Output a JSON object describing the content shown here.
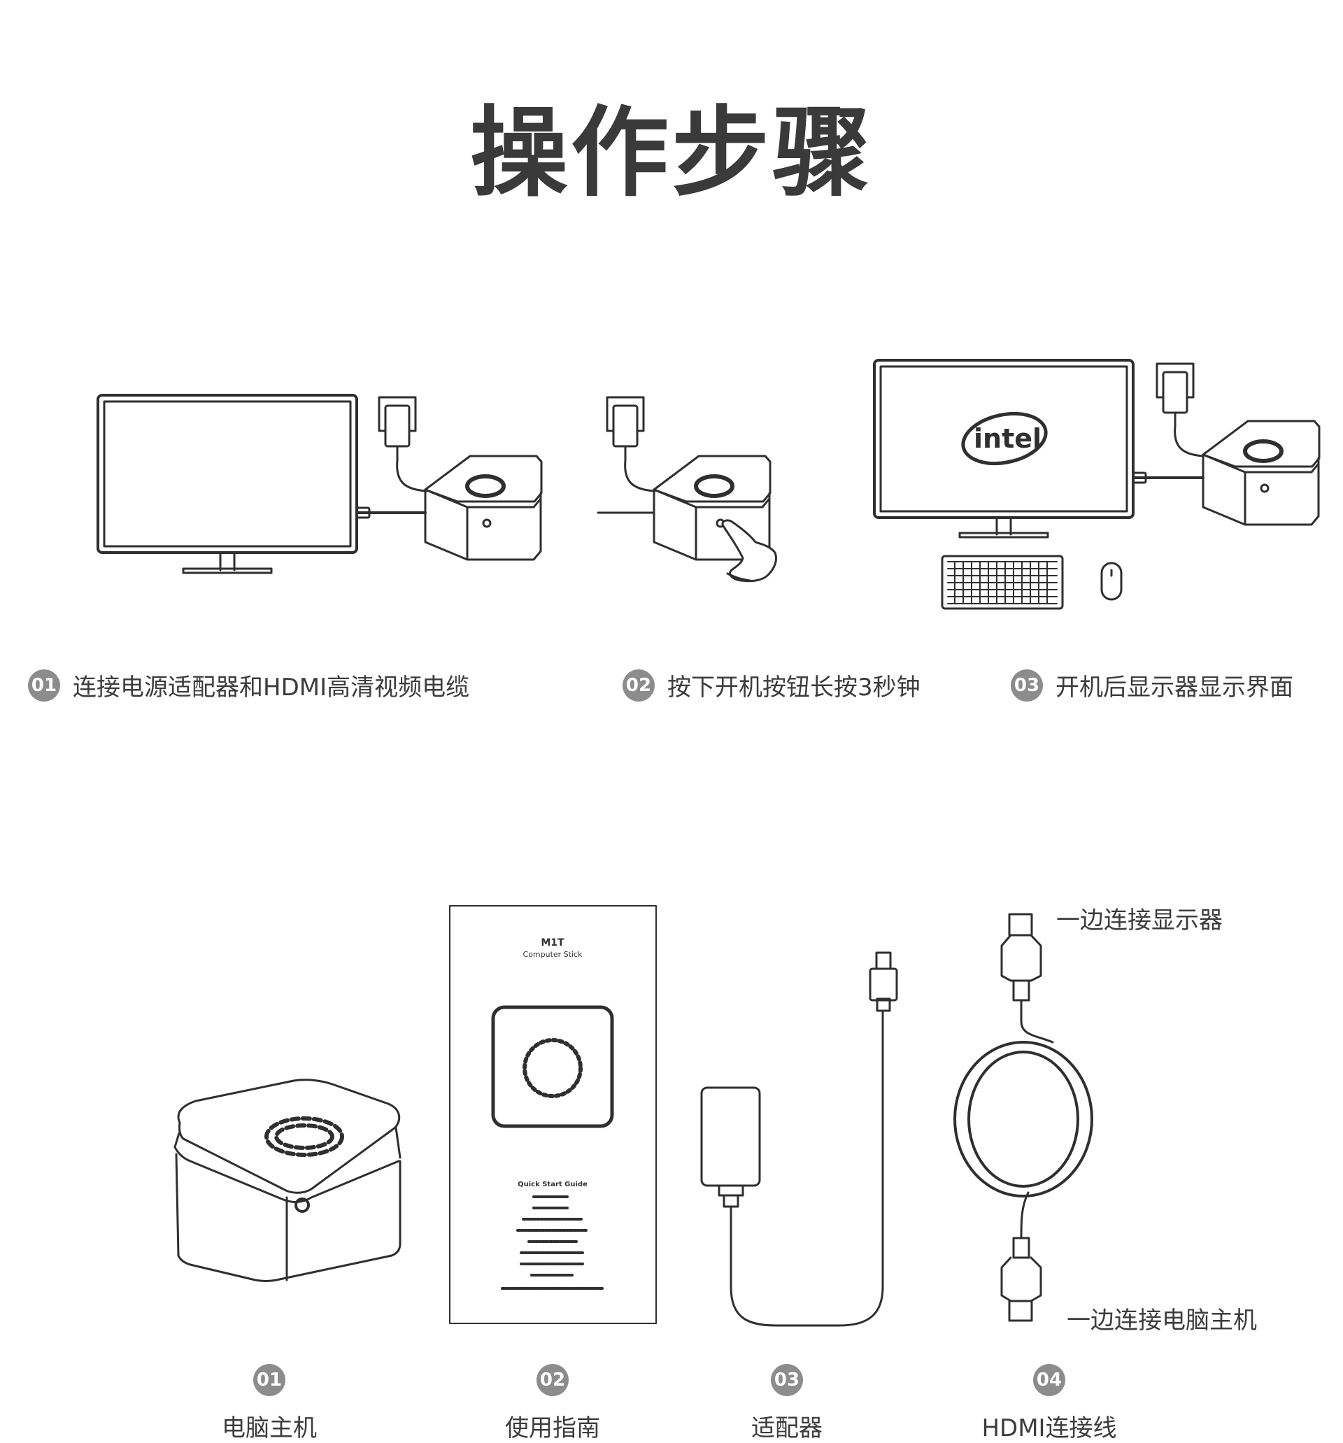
{
  "title": "操作步骤",
  "steps": [
    {
      "num": "01",
      "text": "连接电源适配器和HDMI高清视频电缆"
    },
    {
      "num": "02",
      "text": "按下开机按钮长按3秒钟"
    },
    {
      "num": "03",
      "text": "开机后显示器显示界面"
    }
  ],
  "screen_logo": "intel",
  "manual": {
    "title": "M1T",
    "subtitle": "Computer Stick",
    "heading": "Quick Start Guide"
  },
  "items": [
    {
      "num": "01",
      "label": "电脑主机"
    },
    {
      "num": "02",
      "label": "使用指南"
    },
    {
      "num": "03",
      "label": "适配器"
    },
    {
      "num": "04",
      "label": "HDMI连接线"
    }
  ],
  "hdmi_notes": {
    "top": "一边连接显示器",
    "bottom": "一边连接电脑主机"
  }
}
